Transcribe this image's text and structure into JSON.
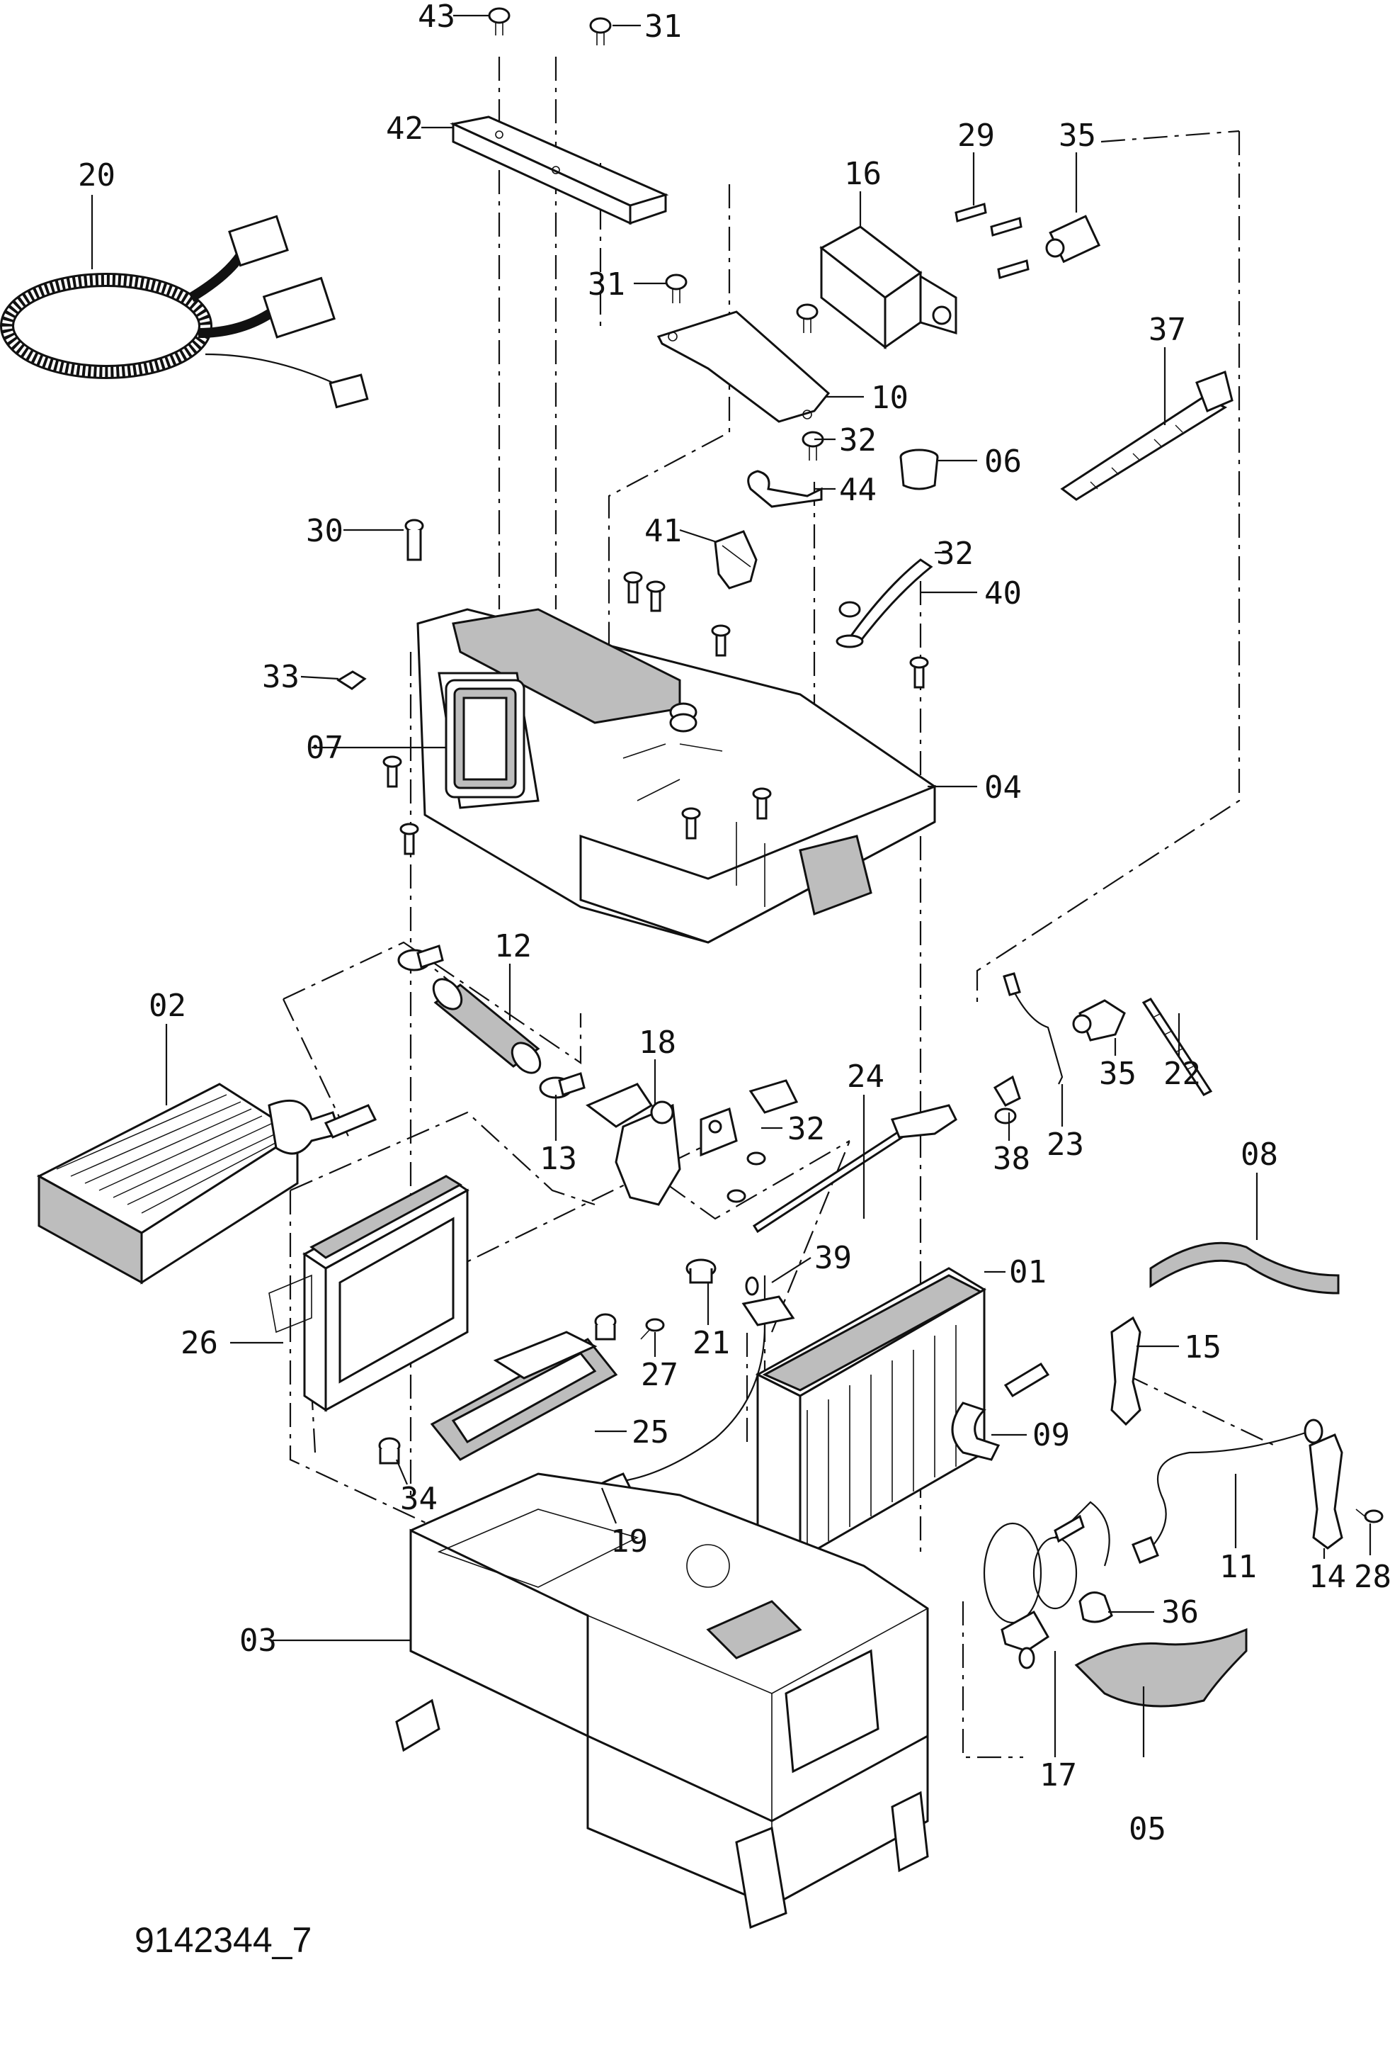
{
  "drawing_id": "9142344_7",
  "callouts": [
    {
      "id": "c43",
      "label": "43"
    },
    {
      "id": "c31a",
      "label": "31"
    },
    {
      "id": "c42",
      "label": "42"
    },
    {
      "id": "c20",
      "label": "20"
    },
    {
      "id": "c29",
      "label": "29"
    },
    {
      "id": "c35a",
      "label": "35"
    },
    {
      "id": "c16",
      "label": "16"
    },
    {
      "id": "c31b",
      "label": "31"
    },
    {
      "id": "c37",
      "label": "37"
    },
    {
      "id": "c10",
      "label": "10"
    },
    {
      "id": "c32a",
      "label": "32"
    },
    {
      "id": "c06",
      "label": "06"
    },
    {
      "id": "c44",
      "label": "44"
    },
    {
      "id": "c30",
      "label": "30"
    },
    {
      "id": "c41",
      "label": "41"
    },
    {
      "id": "c32b",
      "label": "32"
    },
    {
      "id": "c40",
      "label": "40"
    },
    {
      "id": "c33",
      "label": "33"
    },
    {
      "id": "c07",
      "label": "07"
    },
    {
      "id": "c04",
      "label": "04"
    },
    {
      "id": "c12",
      "label": "12"
    },
    {
      "id": "c02",
      "label": "02"
    },
    {
      "id": "c18",
      "label": "18"
    },
    {
      "id": "c24",
      "label": "24"
    },
    {
      "id": "c22",
      "label": "22"
    },
    {
      "id": "c35b",
      "label": "35"
    },
    {
      "id": "c23",
      "label": "23"
    },
    {
      "id": "c32c",
      "label": "32"
    },
    {
      "id": "c13",
      "label": "13"
    },
    {
      "id": "c38",
      "label": "38"
    },
    {
      "id": "c08",
      "label": "08"
    },
    {
      "id": "c39",
      "label": "39"
    },
    {
      "id": "c01",
      "label": "01"
    },
    {
      "id": "c21",
      "label": "21"
    },
    {
      "id": "c15",
      "label": "15"
    },
    {
      "id": "c26",
      "label": "26"
    },
    {
      "id": "c27",
      "label": "27"
    },
    {
      "id": "c09",
      "label": "09"
    },
    {
      "id": "c25",
      "label": "25"
    },
    {
      "id": "c34",
      "label": "34"
    },
    {
      "id": "c11",
      "label": "11"
    },
    {
      "id": "c19",
      "label": "19"
    },
    {
      "id": "c14",
      "label": "14"
    },
    {
      "id": "c28",
      "label": "28"
    },
    {
      "id": "c36",
      "label": "36"
    },
    {
      "id": "c03",
      "label": "03"
    },
    {
      "id": "c17",
      "label": "17"
    },
    {
      "id": "c05",
      "label": "05"
    }
  ]
}
